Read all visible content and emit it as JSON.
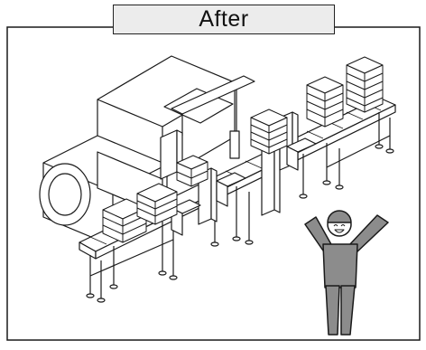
{
  "panel": {
    "title": "After"
  },
  "illustration": {
    "subject": "automated-conveyor-line",
    "worker": "smiling-worker-arms-raised",
    "colors": {
      "line": "#1a1a1a",
      "machine_fill": "#ffffff",
      "worker_fill": "#8c8c8c",
      "tab_fill": "#ececec"
    }
  }
}
